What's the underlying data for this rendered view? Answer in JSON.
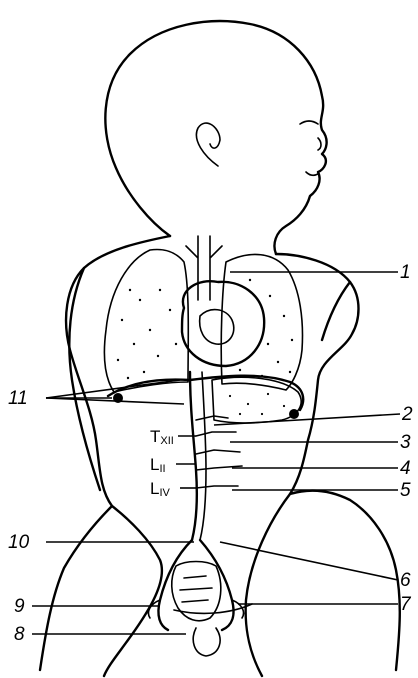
{
  "labels": {
    "n1": "1",
    "n2": "2",
    "n3": "3",
    "n4": "4",
    "n5": "5",
    "n6": "6",
    "n7": "7",
    "n8": "8",
    "n9": "9",
    "n10": "10",
    "n11": "11"
  },
  "vertebrae": {
    "txii": {
      "main": "T",
      "sub": "XII"
    },
    "lii": {
      "main": "L",
      "sub": "II"
    },
    "liv": {
      "main": "L",
      "sub": "IV"
    }
  }
}
